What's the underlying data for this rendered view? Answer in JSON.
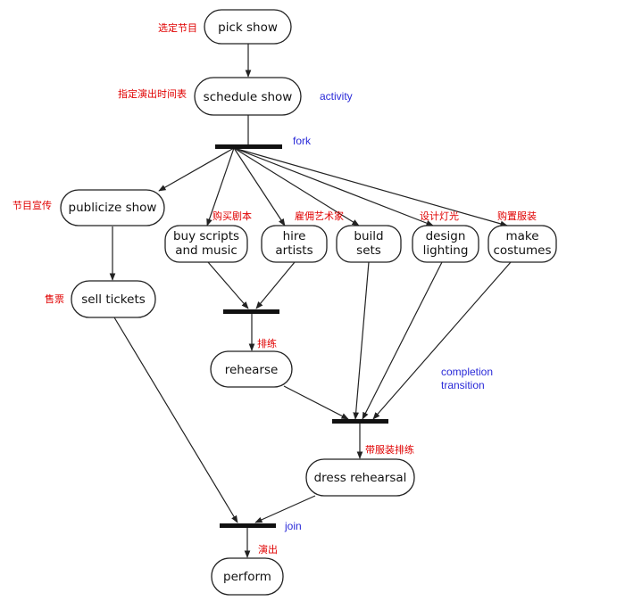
{
  "nodes": {
    "pick_show": "pick show",
    "schedule_show": "schedule show",
    "publicize_show": "publicize show",
    "buy_scripts": [
      "buy scripts",
      "and music"
    ],
    "hire_artists": [
      "hire",
      "artists"
    ],
    "build_sets": [
      "build",
      "sets"
    ],
    "design_lighting": [
      "design",
      "lighting"
    ],
    "make_costumes": [
      "make",
      "costumes"
    ],
    "sell_tickets": "sell tickets",
    "rehearse": "rehearse",
    "dress_rehearsal": "dress rehearsal",
    "perform": "perform"
  },
  "cn_labels": {
    "pick_show": "选定节目",
    "schedule_show": "指定演出时间表",
    "publicize_show": "节目宣传",
    "buy_scripts": "购买剧本",
    "hire_artists": "雇佣艺术家",
    "design_lighting": "设计灯光",
    "make_costumes": "购置服装",
    "sell_tickets": "售票",
    "rehearse": "排练",
    "dress_rehearsal": "带服装排练",
    "perform": "演出"
  },
  "annotations": {
    "activity": "activity",
    "fork": "fork",
    "completion_transition": [
      "completion",
      "transition"
    ],
    "join": "join"
  },
  "colors": {
    "node_stroke": "#222222",
    "chinese_label": "#e00000",
    "annotation": "#2a2ad8"
  }
}
